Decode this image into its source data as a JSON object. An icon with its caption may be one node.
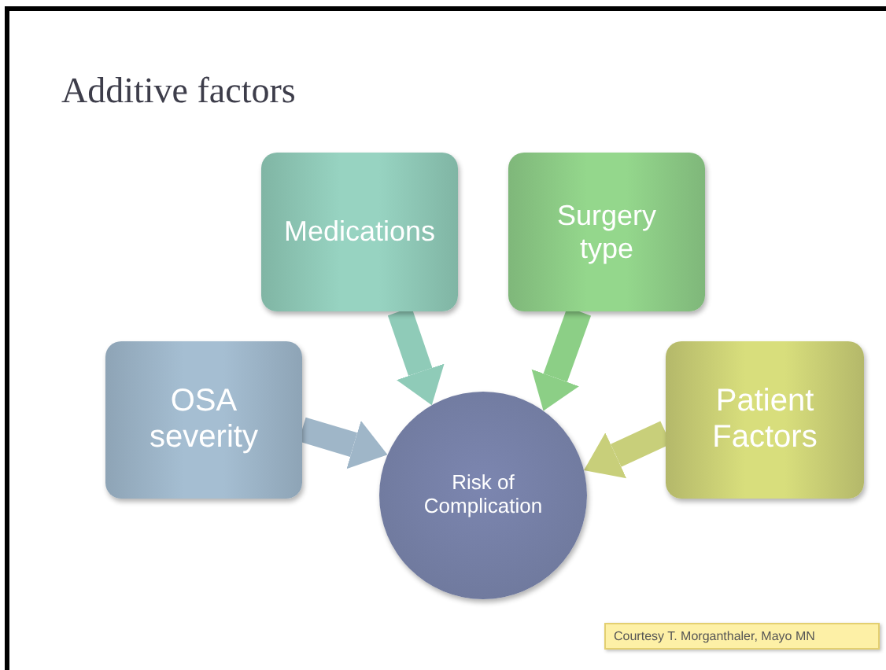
{
  "diagram": {
    "title": "Additive factors",
    "nodes": [
      {
        "text": [
          "Medications"
        ]
      },
      {
        "text": [
          "Surgery type"
        ]
      },
      {
        "text": [
          "OSA severity"
        ]
      },
      {
        "text": [
          "Patient Factors"
        ]
      },
      {
        "text": [
          "Risk of Complication"
        ]
      }
    ],
    "edges": [
      {
        "from": 0,
        "to": 4,
        "arrow": "to",
        "color": "#8fcbb8"
      },
      {
        "from": 1,
        "to": 4,
        "arrow": "to",
        "color": "#8ccf86"
      },
      {
        "from": 2,
        "to": 4,
        "arrow": "to",
        "color": "#9fb6c8"
      },
      {
        "from": 3,
        "to": 4,
        "arrow": "to",
        "color": "#c8cf7a"
      }
    ],
    "labels": [
      "Courtesy T. Morganthaler, Mayo MN"
    ]
  }
}
